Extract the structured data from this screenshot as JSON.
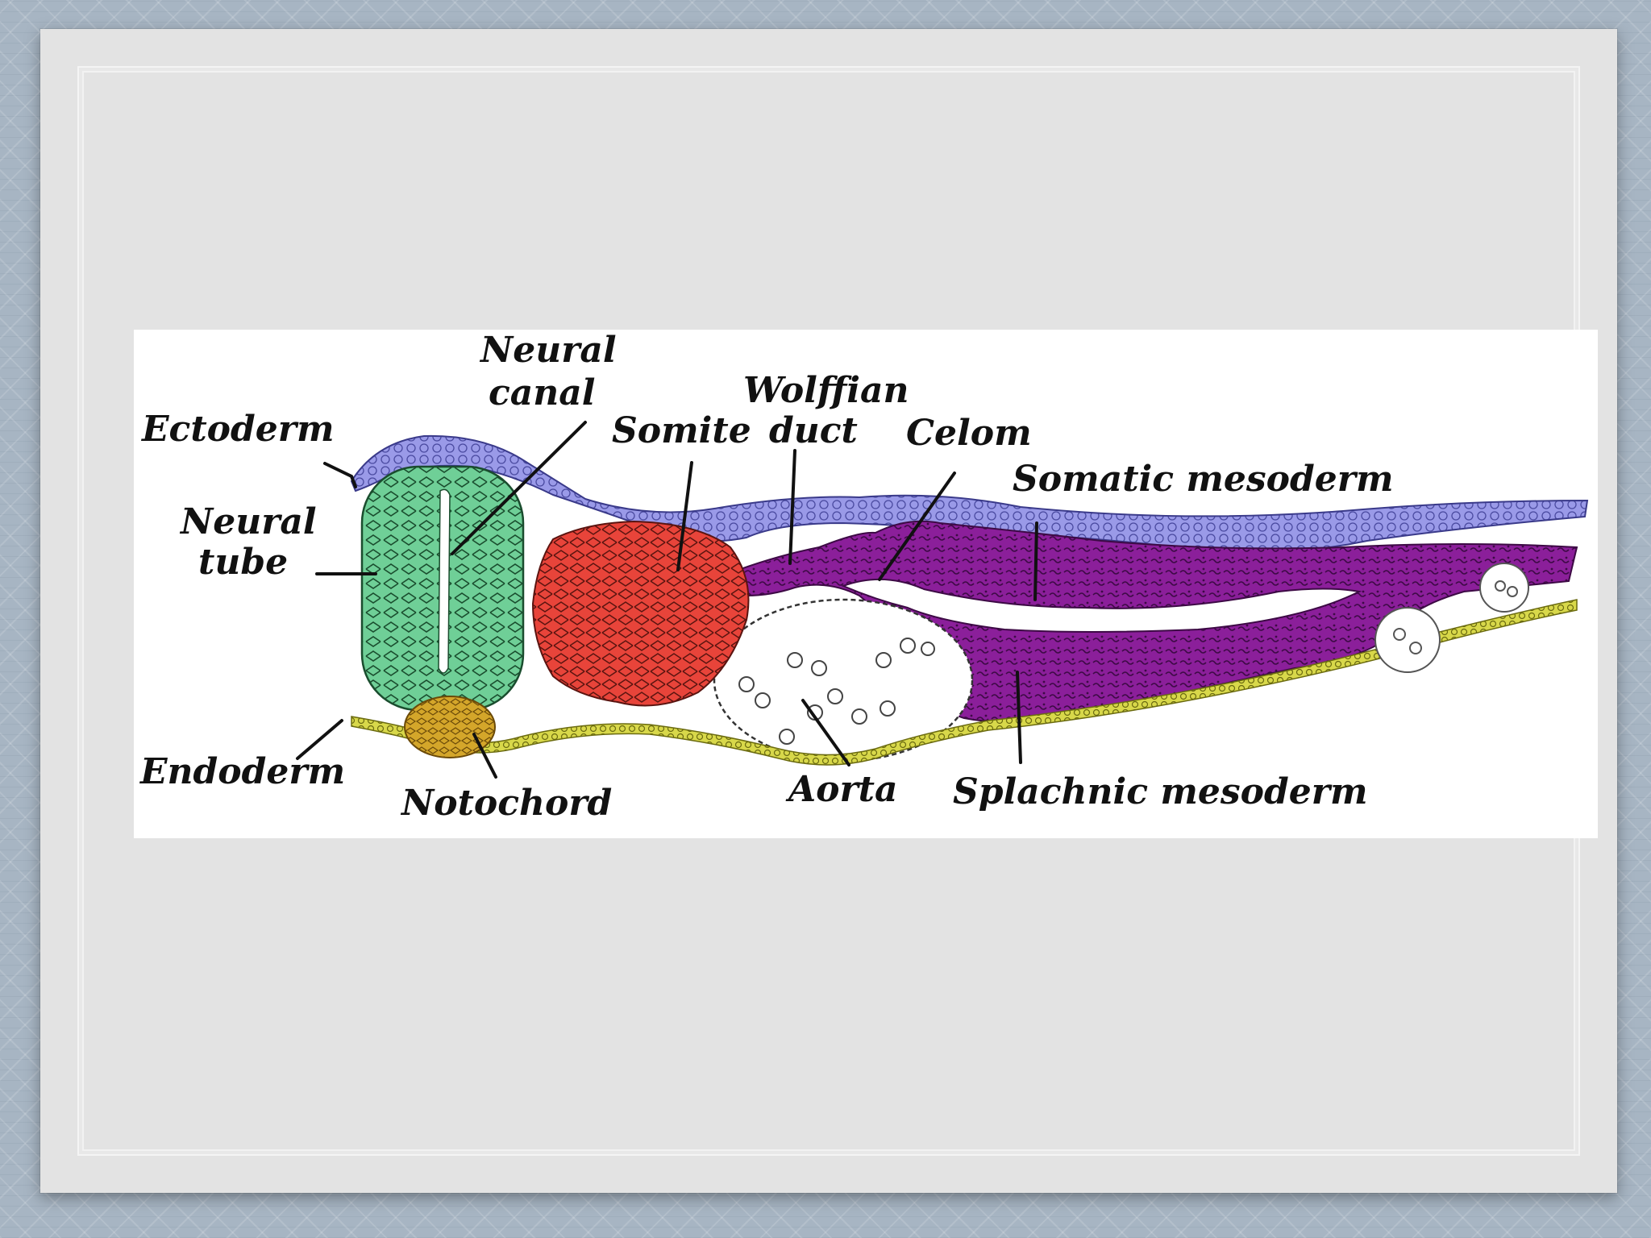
{
  "labels": {
    "neural_canal_1": "Neural",
    "neural_canal_2": "canal",
    "wolffian_1": "Wolffian",
    "wolffian_2": "duct",
    "ectoderm": "Ectoderm",
    "somite": "Somite",
    "celom": "Celom",
    "somatic_mesoderm": "Somatic mesoderm",
    "neural_tube_1": "Neural",
    "neural_tube_2": "tube",
    "endoderm": "Endoderm",
    "notochord": "Notochord",
    "aorta": "Aorta",
    "splachnic_mesoderm": "Splachnic mesoderm"
  },
  "colors": {
    "ectoderm": "#9a9ae8",
    "neural_tube": "#6fcf97",
    "somite": "#e8443a",
    "mesoderm": "#8b1f9a",
    "notochord": "#d4a62a",
    "endoderm": "#d8d84a"
  }
}
